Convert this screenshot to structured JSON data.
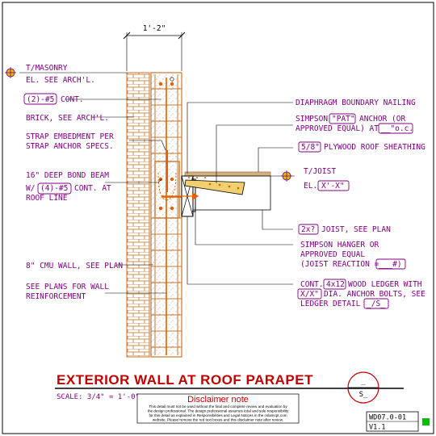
{
  "drawing": {
    "dimension_width": "1'-2\"",
    "callouts": {
      "t_masonry": "T/MASONRY",
      "el_see_arch": "EL. SEE ARCH'L.",
      "cont_bars": "(2)-#5",
      "cont_suffix": "CONT.",
      "brick": "BRICK, SEE ARCH'L.",
      "strap_embed_1": "STRAP EMBEDMENT PER",
      "strap_embed_2": "STRAP ANCHOR SPECS.",
      "bond_beam_1": "16\" DEEP BOND BEAM",
      "bond_beam_prefix": "W/",
      "bond_beam_bars": "(4)-#5",
      "bond_beam_suffix": "CONT. AT",
      "bond_beam_3": "ROOF LINE",
      "cmu_wall": "8\" CMU WALL, SEE PLAN",
      "plans_1": "SEE PLANS FOR WALL",
      "plans_2": "REINFORCEMENT",
      "diaphragm": "DIAPHRAGM BOUNDARY NAILING",
      "simpson_prefix": "SIMPSON",
      "simpson_pat": "\"PAT\"",
      "simpson_suffix": "ANCHOR (OR",
      "simpson_2a": "APPROVED EQUAL) AT",
      "simpson_2b": "__\"o.c.",
      "plywood_thk": "5/8\"",
      "plywood_text": "PLYWOOD ROOF SHEATHING",
      "t_joist": "T/JOIST",
      "el_prefix": "EL.",
      "el_value": "X'-X\"",
      "joist_size": "2x?",
      "joist_text": "JOIST, SEE PLAN",
      "hanger_1": "SIMPSON HANGER OR",
      "hanger_2": "APPROVED EQUAL",
      "hanger_3a": "(JOIST REACTION =",
      "hanger_3b": "___#)",
      "ledger_1a": "CONT.",
      "ledger_size": "4x12",
      "ledger_1b": "WOOD LEDGER WITH",
      "ledger_dia": "X/X\"",
      "ledger_2b": "DIA. ANCHOR BOLTS, SEE",
      "ledger_3a": "LEDGER DETAIL",
      "ledger_ref": "_/S_"
    }
  },
  "title_block": {
    "title": "EXTERIOR WALL AT ROOF PARAPET",
    "scale": "SCALE: 3/4\" = 1'-0\"",
    "symbol_top": "_",
    "symbol_bottom": "S_",
    "disclaimer_heading": "Disclaimer note",
    "disclaimer_lines": [
      "This detail must not be used without the final and complete review and evaluation by",
      "the design professional. The design professional assumes total and sole responsibility",
      "for this detail as explained in Responsibilities and Legal Notices in the cslamcpt.com",
      "website. Please remove the red text boxes and this disclaimer note after review."
    ],
    "sheet_code": "WD07.0-01",
    "version": "V1.1"
  },
  "colors": {
    "purple": "#800080",
    "red": "#c00000",
    "brick": "#c8742c",
    "wood": "#d4b080",
    "bar": "#e06000",
    "green": "#00c000",
    "yellow": "#e0c000"
  }
}
